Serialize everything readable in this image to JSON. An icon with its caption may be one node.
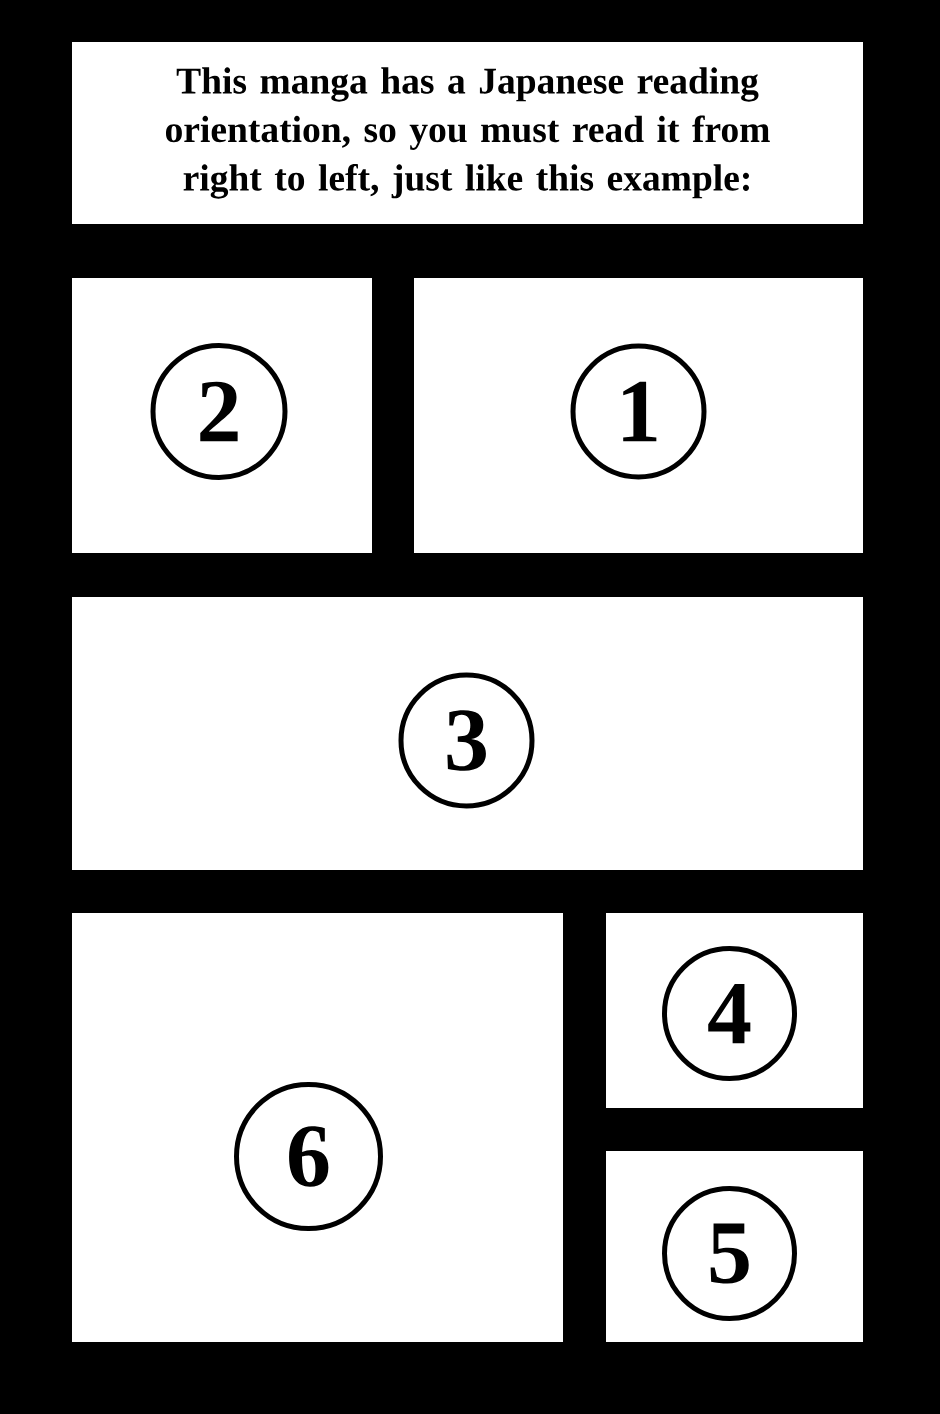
{
  "diagram": {
    "nodes": [
      {
        "text": [
          "This manga has a Japanese reading orientation, so you must read it from right to left, just like this example:"
        ]
      },
      {
        "text": [],
        "shape": "box"
      },
      {
        "text": [
          "2"
        ],
        "in": 1
      },
      {
        "text": [],
        "shape": "box"
      },
      {
        "text": [
          "1"
        ],
        "in": 3
      },
      {
        "text": [],
        "shape": "box"
      },
      {
        "text": [
          "3"
        ],
        "in": 5
      },
      {
        "text": [],
        "shape": "box"
      },
      {
        "text": [
          "6"
        ],
        "in": 7
      },
      {
        "text": [],
        "shape": "box"
      },
      {
        "text": [
          "4"
        ],
        "in": 9
      },
      {
        "text": [],
        "shape": "box"
      },
      {
        "text": [
          "5"
        ],
        "in": 11
      }
    ]
  }
}
